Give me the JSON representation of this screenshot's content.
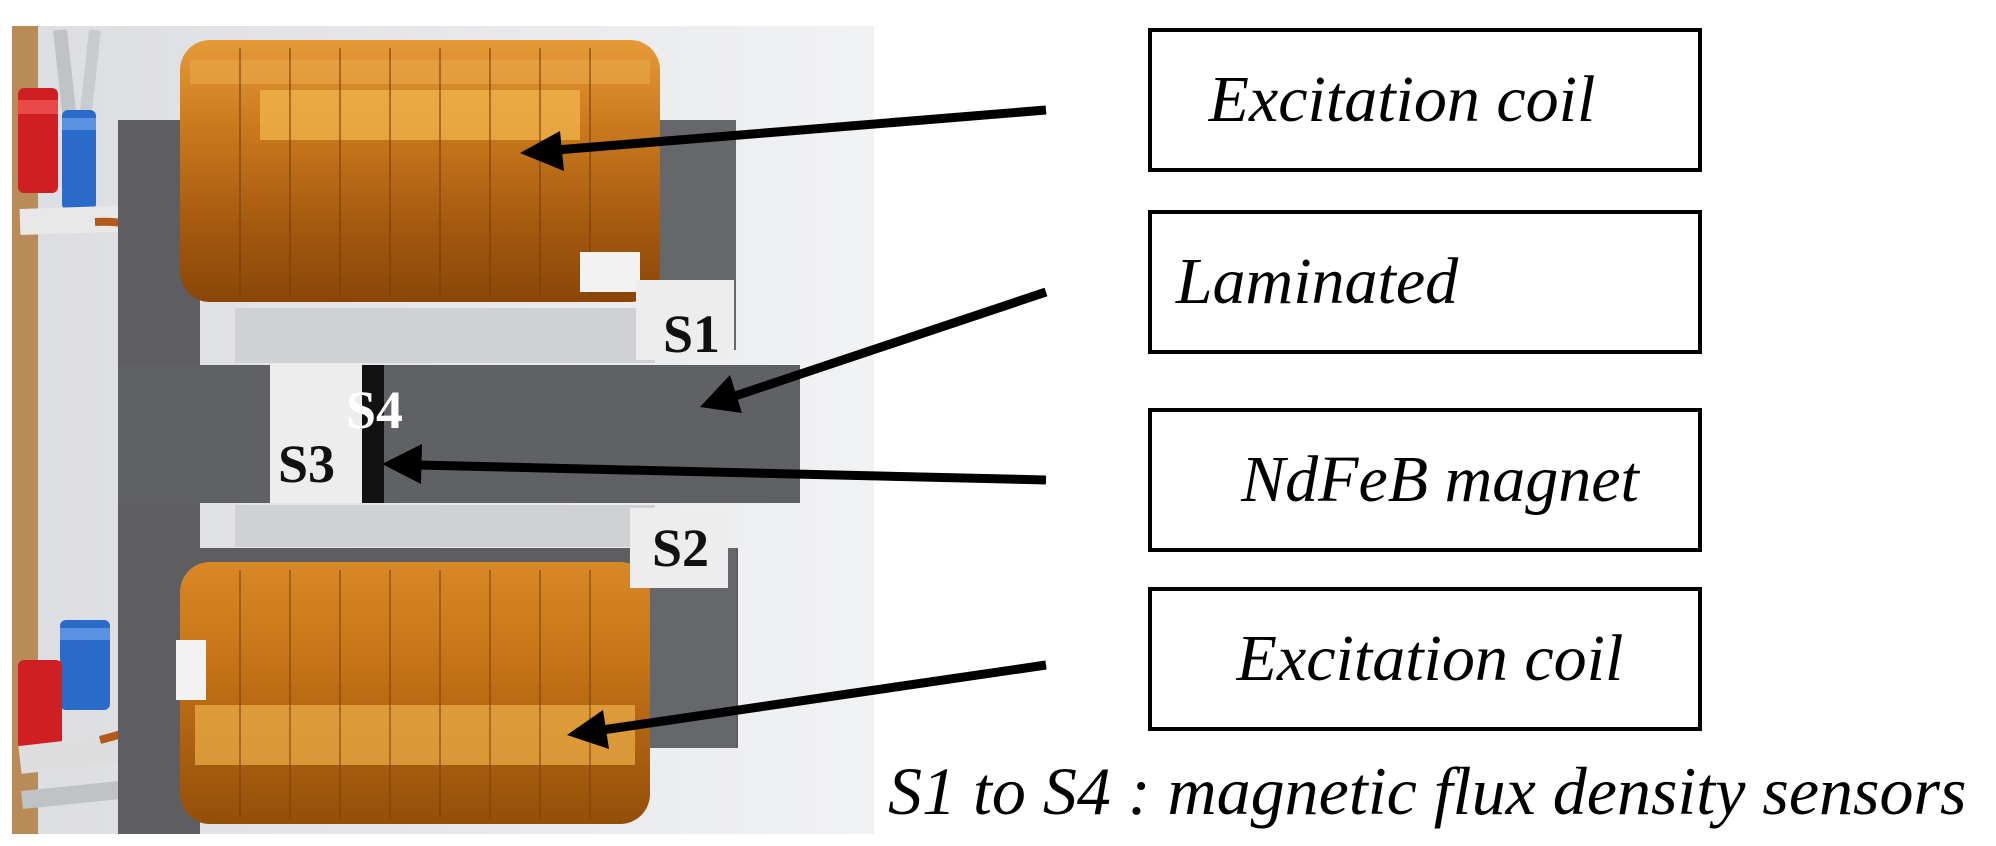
{
  "labels": {
    "coil_top": "Excitation coil",
    "laminated": "Laminated",
    "magnet": "NdFeB magnet",
    "coil_bottom": "Excitation coil"
  },
  "sensors": {
    "s1": "S1",
    "s2": "S2",
    "s3": "S3",
    "s4": "S4"
  },
  "caption": "S1 to S4 : magnetic flux density sensors",
  "colors": {
    "core": "#5e5e62",
    "coil": "#c8781c",
    "magnet": "#121212",
    "sensor_pad": "#ededed"
  }
}
